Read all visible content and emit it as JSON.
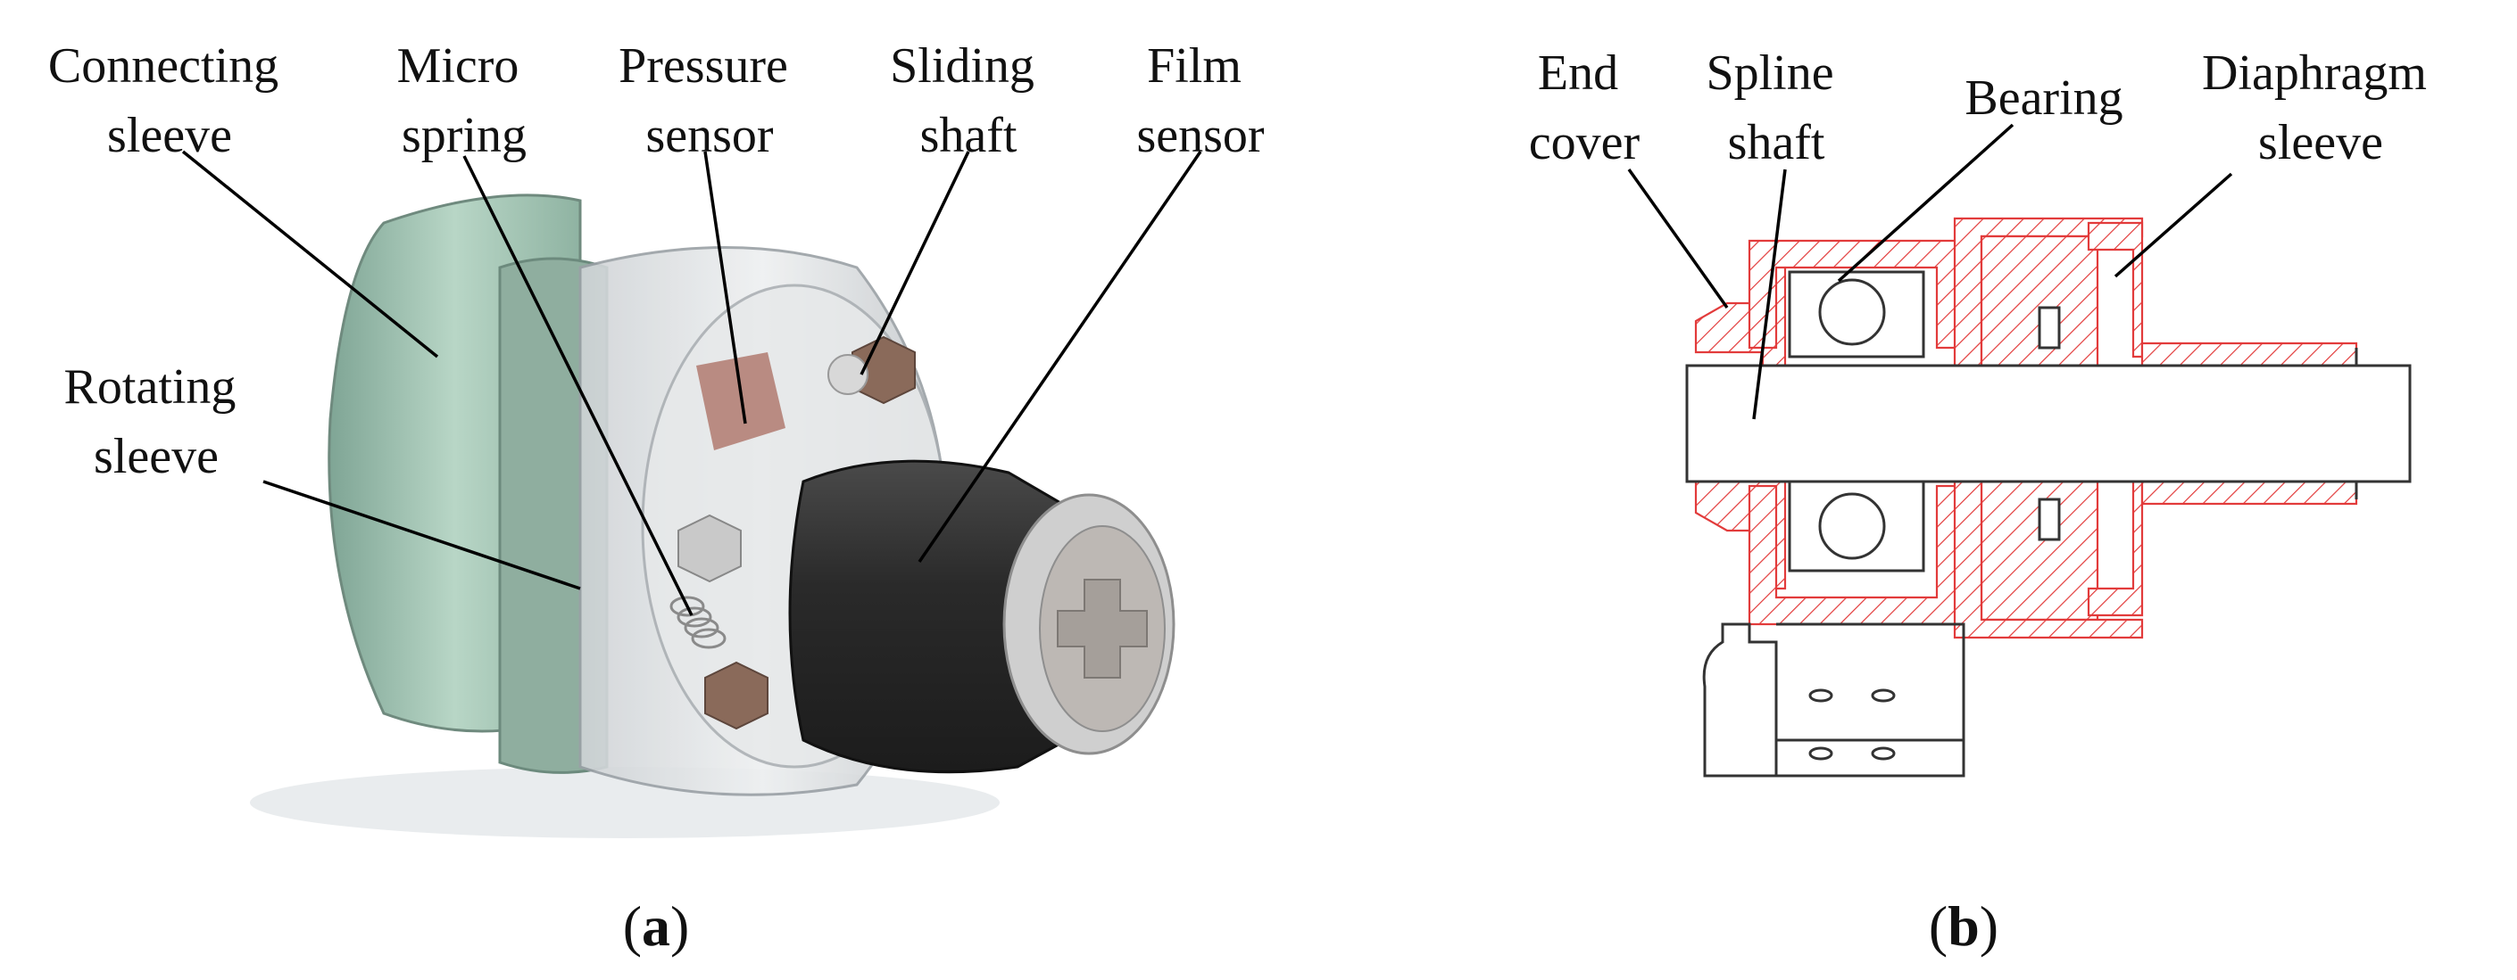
{
  "panel_a": {
    "labels": {
      "connecting_sleeve": [
        "Connecting",
        "sleeve"
      ],
      "micro_spring": [
        "Micro",
        "spring"
      ],
      "pressure_sensor": [
        "Pressure",
        "sensor"
      ],
      "sliding_shaft": [
        "Sliding",
        "shaft"
      ],
      "film_sensor": [
        "Film",
        "sensor"
      ],
      "rotating_sleeve": [
        "Rotating",
        "sleeve"
      ]
    },
    "caption": {
      "open": "(",
      "letter": "a",
      "close": ")"
    }
  },
  "panel_b": {
    "labels": {
      "end_cover": [
        "End",
        "cover"
      ],
      "spline_shaft": [
        "Spline",
        "shaft"
      ],
      "bearing": [
        "Bearing"
      ],
      "diaphragm_sleeve": [
        "Diaphragm",
        "sleeve"
      ]
    },
    "caption": {
      "open": "(",
      "letter": "b",
      "close": ")"
    }
  },
  "colors": {
    "hatch": "#e23b3b",
    "sleeve_green": "#a9c9b9",
    "film_black": "#2a2a2a",
    "hex_brown": "#8a6a5a"
  }
}
